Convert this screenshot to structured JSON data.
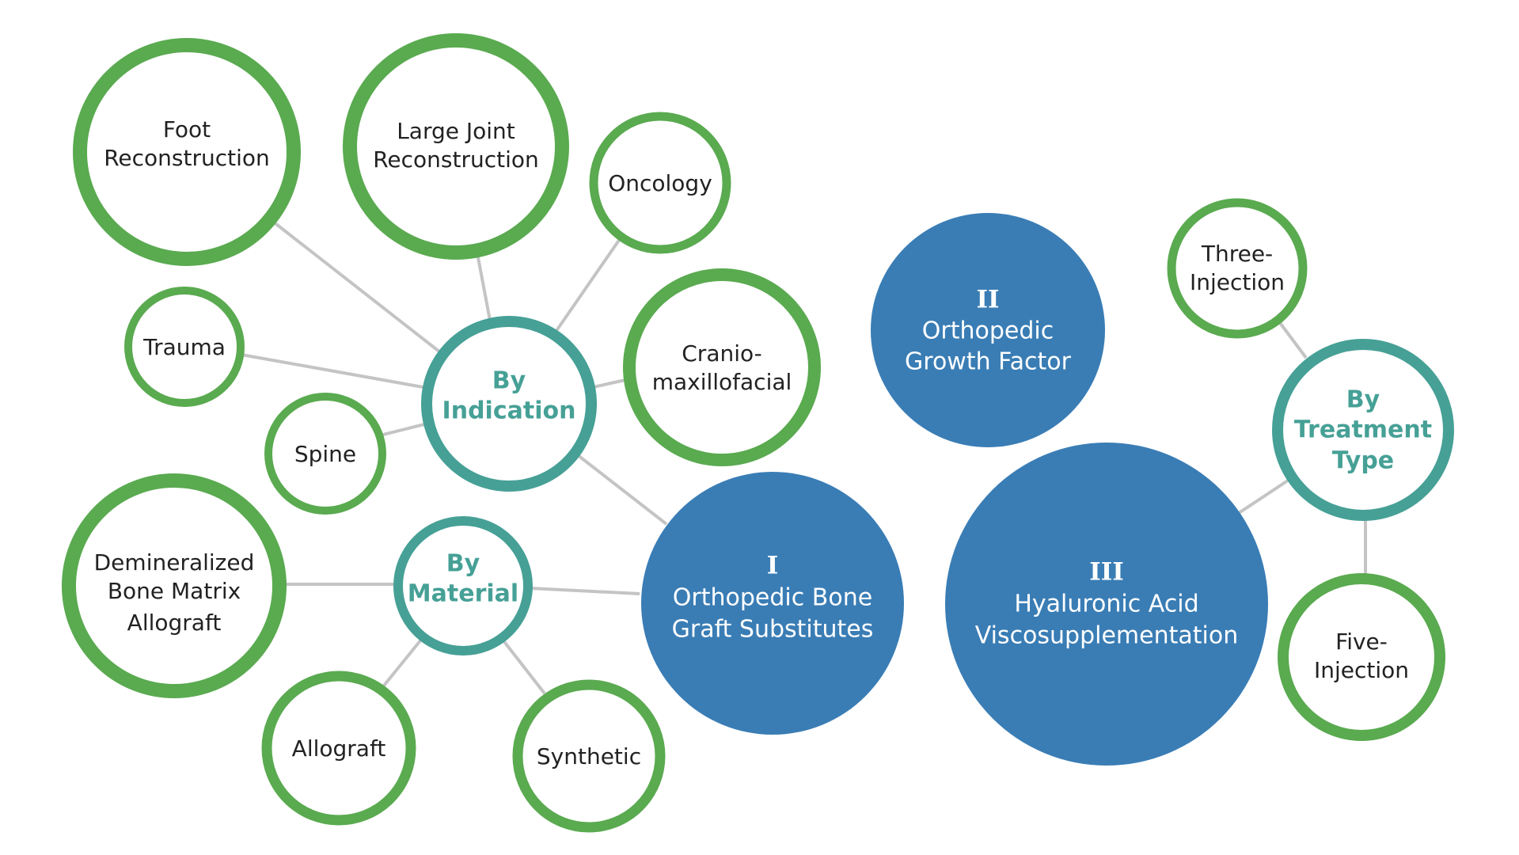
{
  "colors": {
    "leaf_ring": "#5aaa50",
    "hub_ring": "#46a096",
    "hub_text": "#46a096",
    "main_fill": "#3a7db5",
    "edge": "#c4c4c4",
    "leaf_text": "#222222"
  },
  "main_nodes": {
    "bone_graft": {
      "numeral": "I",
      "lines": [
        "Orthopedic Bone",
        "Graft Substitutes"
      ]
    },
    "growth_factor": {
      "numeral": "II",
      "lines": [
        "Orthopedic",
        "Growth Factor"
      ]
    },
    "hyaluronic": {
      "numeral": "III",
      "lines": [
        "Hyaluronic Acid",
        "Viscosupplementation"
      ]
    }
  },
  "hubs": {
    "indication": {
      "lines": [
        "By",
        "Indication"
      ]
    },
    "material": {
      "lines": [
        "By",
        "Material"
      ]
    },
    "treatment": {
      "lines": [
        "By",
        "Treatment",
        "Type"
      ]
    }
  },
  "leaves": {
    "foot": {
      "lines": [
        "Foot",
        "Reconstruction"
      ]
    },
    "large_joint": {
      "lines": [
        "Large Joint",
        "Reconstruction"
      ]
    },
    "oncology": {
      "lines": [
        "Oncology"
      ]
    },
    "trauma": {
      "lines": [
        "Trauma"
      ]
    },
    "cranio": {
      "lines": [
        "Cranio-",
        "maxillofacial"
      ]
    },
    "spine": {
      "lines": [
        "Spine"
      ]
    },
    "dbm": {
      "lines": [
        "Demineralized",
        "Bone Matrix",
        "Allograft"
      ]
    },
    "allograft": {
      "lines": [
        "Allograft"
      ]
    },
    "synthetic": {
      "lines": [
        "Synthetic"
      ]
    },
    "three_injection": {
      "lines": [
        "Three-",
        "Injection"
      ]
    },
    "five_injection": {
      "lines": [
        "Five-",
        "Injection"
      ]
    }
  }
}
